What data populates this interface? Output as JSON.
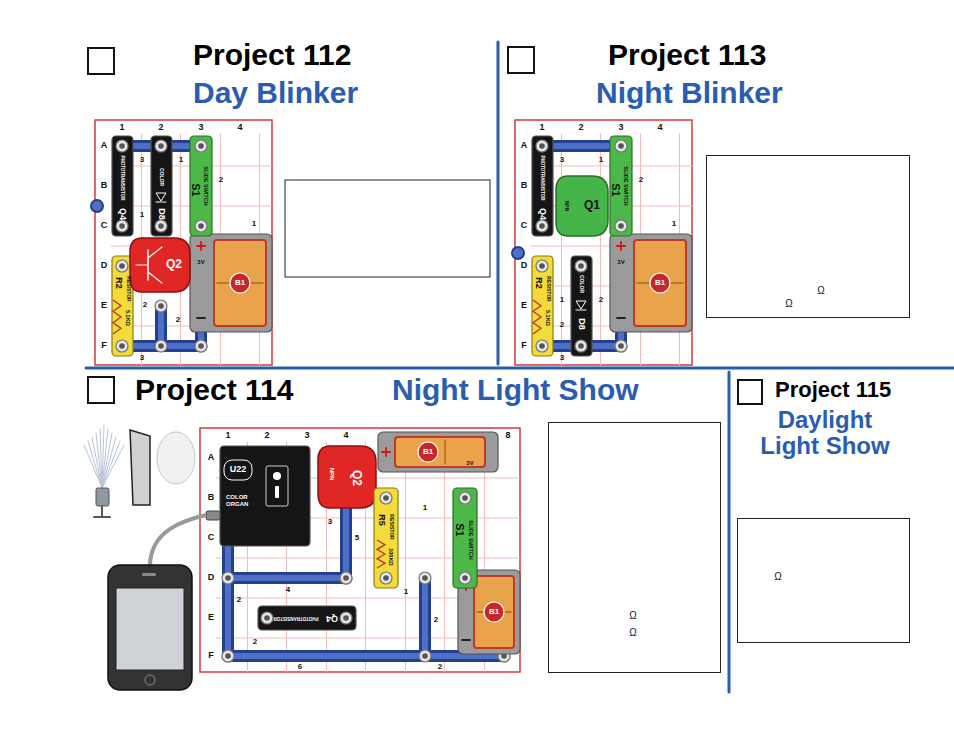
{
  "diagram": {
    "nodes": [
      {
        "text": [
          "Project 112",
          "Day Blinker"
        ]
      },
      {
        "text": [
          "Q4",
          "PHOTOTRANSISTOR"
        ],
        "in": 0
      },
      {
        "text": [
          "D8",
          "COLOR"
        ],
        "in": 0
      },
      {
        "text": [
          "S1",
          "SLIDE SWITCH"
        ],
        "in": 0
      },
      {
        "text": [
          "Q2"
        ],
        "in": 0
      },
      {
        "text": [
          "R2",
          "RESISTOR",
          "5.1KΩ"
        ],
        "in": 0
      },
      {
        "text": [
          "B1",
          "3V"
        ],
        "in": 0
      },
      {
        "text": [
          "Project 113",
          "Night Blinker"
        ]
      },
      {
        "text": [
          "Q4",
          "PHOTOTRANSISTOR"
        ],
        "in": 7
      },
      {
        "text": [
          "S1",
          "SLIDE SWITCH"
        ],
        "in": 7
      },
      {
        "text": [
          "Q1",
          "NPN"
        ],
        "in": 7
      },
      {
        "text": [
          "R2",
          "RESISTOR",
          "5.1KΩ"
        ],
        "in": 7
      },
      {
        "text": [
          "D8",
          "COLOR"
        ],
        "in": 7
      },
      {
        "text": [
          "B1",
          "3V"
        ],
        "in": 7
      },
      {
        "text": [
          "Ω",
          "Ω"
        ],
        "in": 7
      },
      {
        "text": [
          "Project 114",
          "Night Light Show"
        ]
      },
      {
        "text": [
          "U22",
          "COLOR ORGAN"
        ],
        "in": 15
      },
      {
        "text": [
          "NPN",
          "Q2"
        ],
        "in": 15
      },
      {
        "text": [
          "B1",
          "3V"
        ],
        "in": 15
      },
      {
        "text": [
          "R5",
          "RESISTOR",
          "100KΩ"
        ],
        "in": 15
      },
      {
        "text": [
          "S1",
          "SLIDE SWITCH"
        ],
        "in": 15
      },
      {
        "text": [
          "B1"
        ],
        "in": 15
      },
      {
        "text": [
          "Q4",
          "PHOTOTRANSISTOR"
        ],
        "in": 15
      },
      {
        "text": [
          "Ω",
          "Ω"
        ],
        "in": 15
      },
      {
        "text": [
          "Project 115",
          "Daylight Light Show"
        ]
      },
      {
        "text": [
          "Ω"
        ],
        "in": 24
      }
    ],
    "labels": [
      "1",
      "2",
      "3",
      "4",
      "A",
      "B",
      "C",
      "D",
      "E",
      "F",
      "1",
      "2",
      "3",
      "4",
      "A",
      "B",
      "C",
      "D",
      "E",
      "F",
      "1",
      "2",
      "3",
      "4",
      "8",
      "A",
      "B",
      "C",
      "D",
      "E",
      "F",
      "3",
      "1",
      "1",
      "2",
      "1",
      "2",
      "2",
      "3",
      "3",
      "1",
      "1",
      "2",
      "1",
      "2",
      "2",
      "3",
      "5",
      "4",
      "2",
      "2",
      "6",
      "2",
      "1",
      "1",
      "3",
      "2"
    ]
  }
}
